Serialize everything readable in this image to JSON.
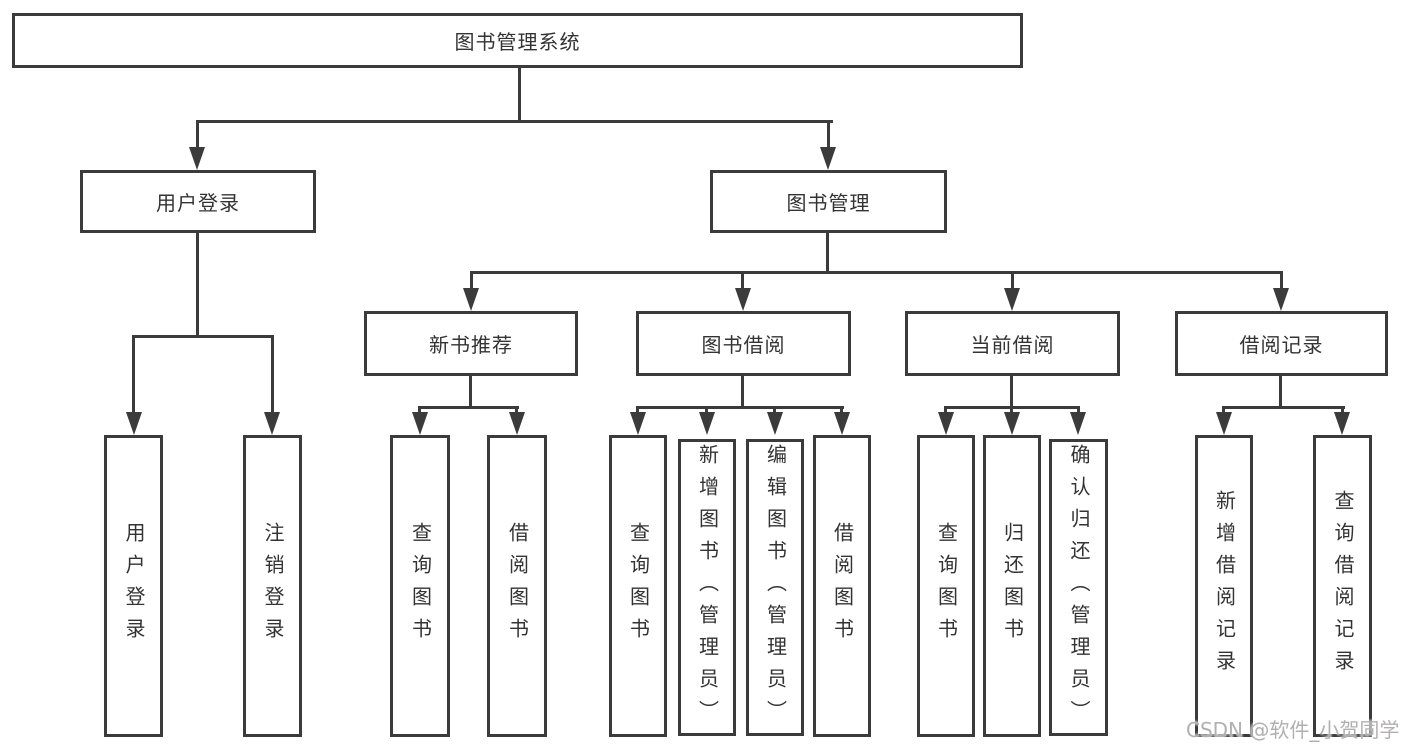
{
  "title": "图书管理系统",
  "branches": {
    "user": {
      "label": "用户登录",
      "children": [
        "用户登录",
        "注销登录"
      ]
    },
    "book": {
      "label": "图书管理",
      "sections": {
        "new_book": {
          "label": "新书推荐",
          "children": [
            "查询图书",
            "借阅图书"
          ]
        },
        "borrow": {
          "label": "图书借阅",
          "children": [
            "查询图书",
            "新增图书（管理员）",
            "编辑图书（管理员）",
            "借阅图书"
          ]
        },
        "current": {
          "label": "当前借阅",
          "children": [
            "查询图书",
            "归还图书",
            "确认归还（管理员）"
          ]
        },
        "records": {
          "label": "借阅记录",
          "children": [
            "新增借阅记录",
            "查询借阅记录"
          ]
        }
      }
    }
  },
  "watermark": "CSDN @软件_小贺同学",
  "colors": {
    "line": "#3b3b3b",
    "text": "#333333",
    "watermark": "#b2afaf"
  }
}
